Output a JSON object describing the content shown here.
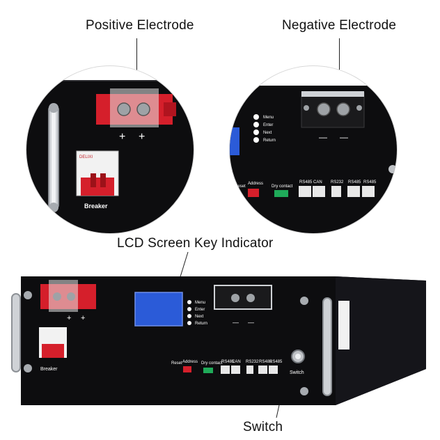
{
  "callouts": {
    "positive": "Positive Electrode",
    "negative": "Negative Electrode",
    "lcd": "LCD Screen Key Indicator",
    "switch": "Switch"
  },
  "panel": {
    "breaker": "Breaker",
    "brand": "DELIXI",
    "plus": "+",
    "minus": "—",
    "switch_label": "Switch",
    "reset": "Reset",
    "address": "Address",
    "dry_contact": "Dry contact",
    "rs485": "RS485",
    "can": "CAN",
    "rs232": "RS232",
    "keys": [
      "Menu",
      "Enter",
      "Next",
      "Return"
    ]
  },
  "colors": {
    "chassis": "#0d0d0f",
    "terminal_red": "#d51f2b",
    "lcd_blue": "#2b5bd8"
  }
}
